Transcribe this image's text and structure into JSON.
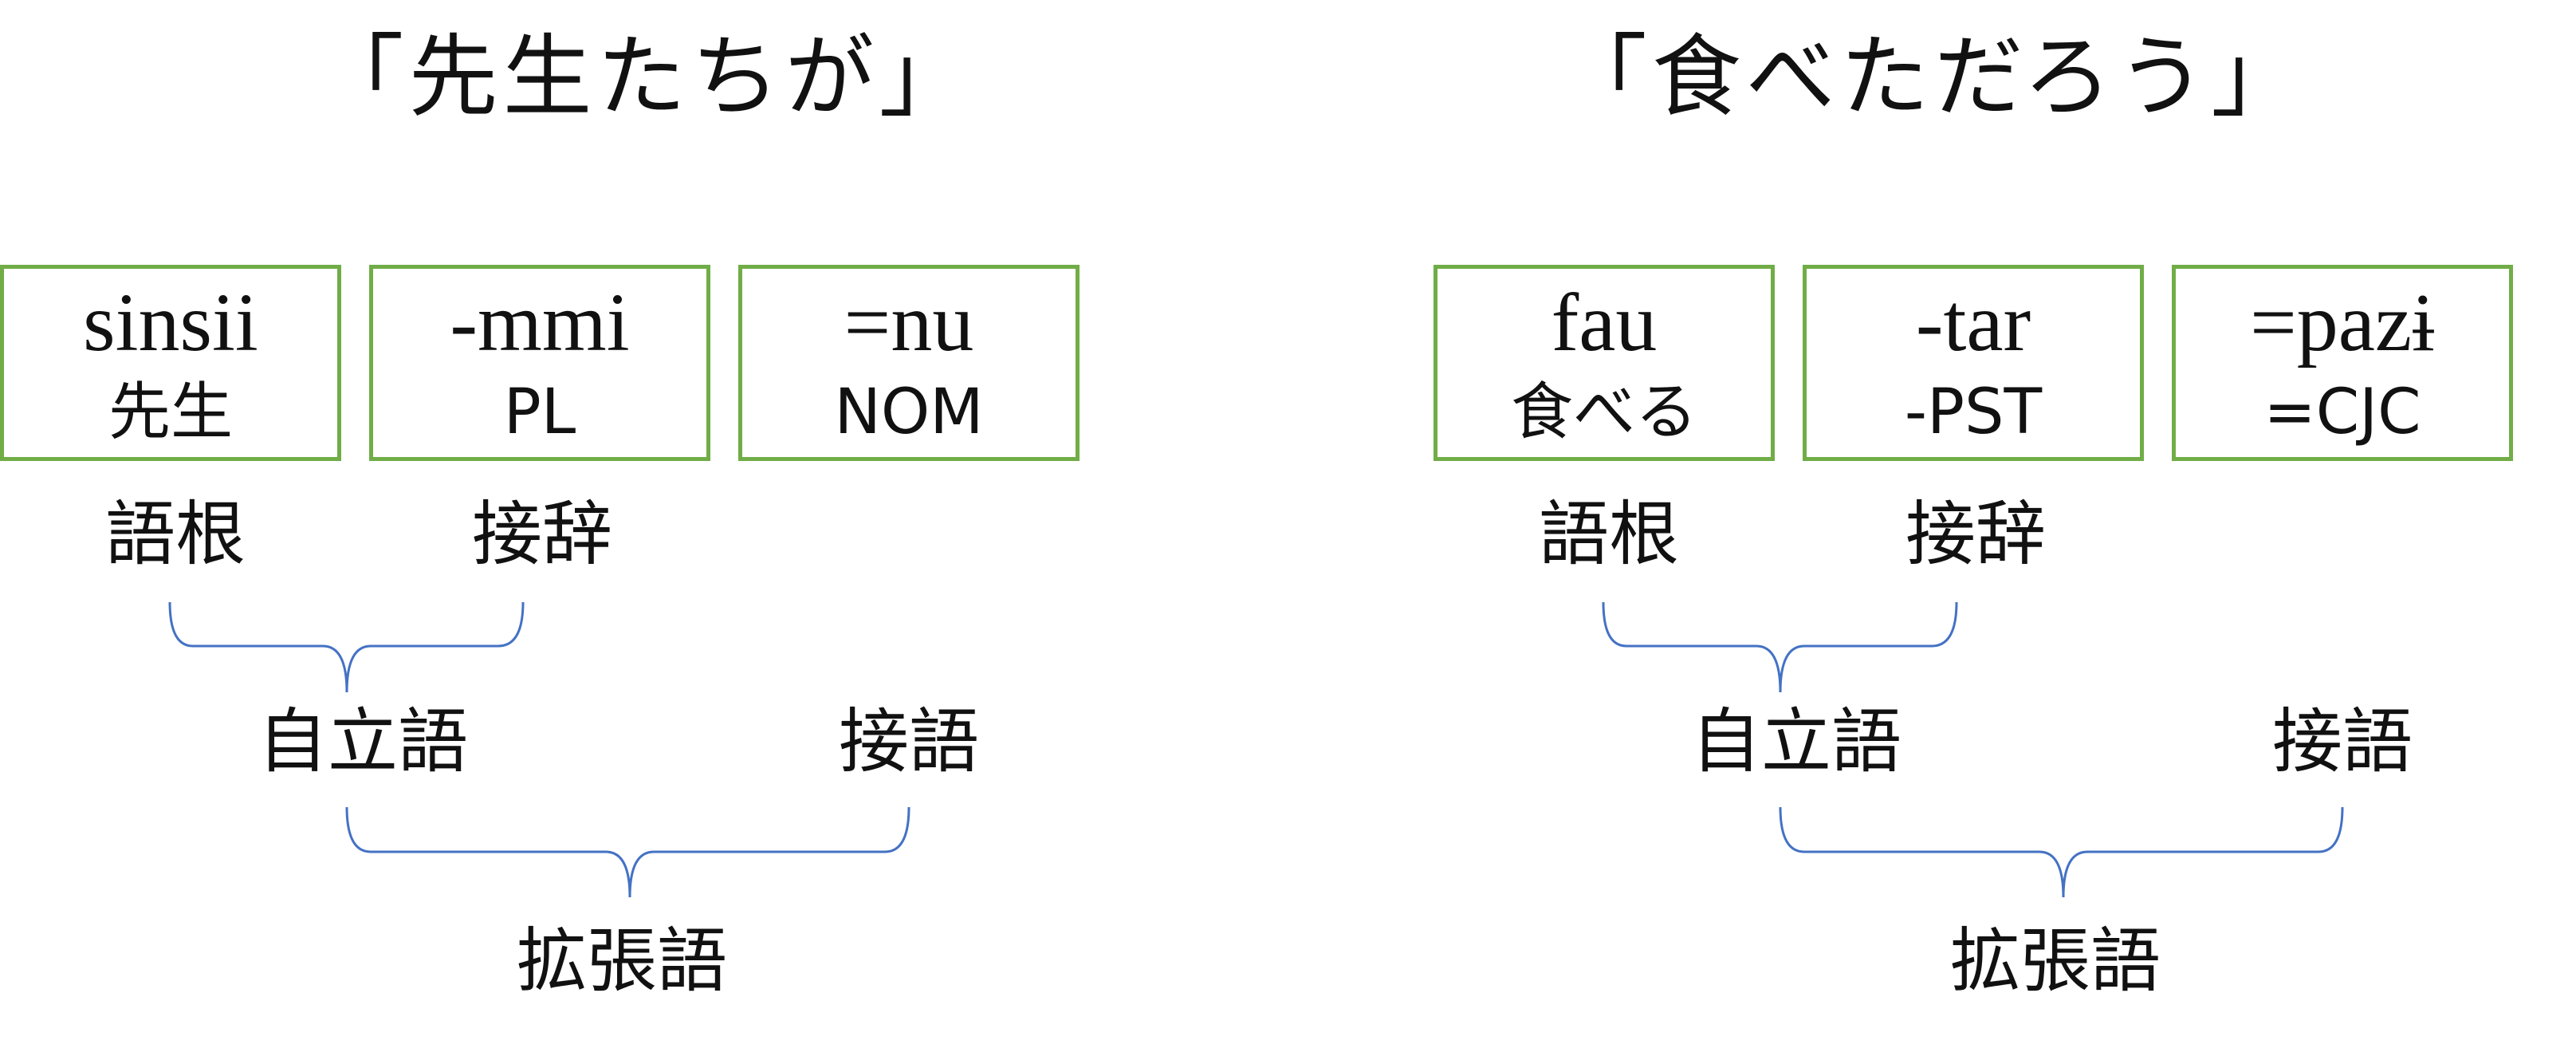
{
  "diagrams": [
    {
      "title": "「先生たちが」",
      "boxes": [
        {
          "form": "sinsii",
          "gloss": "先生"
        },
        {
          "form": "-mmi",
          "gloss": "PL"
        },
        {
          "form": "=nu",
          "gloss": "NOM"
        }
      ],
      "labels": {
        "root": "語根",
        "affix": "接辞",
        "independent": "自立語",
        "clitic": "接語",
        "extended": "拡張語"
      }
    },
    {
      "title": "「食べただろう」",
      "boxes": [
        {
          "form": "fau",
          "gloss": "食べる"
        },
        {
          "form": "-tar",
          "gloss": "-PST"
        },
        {
          "form": "=pazɨ",
          "gloss": "=CJC"
        }
      ],
      "labels": {
        "root": "語根",
        "affix": "接辞",
        "independent": "自立語",
        "clitic": "接語",
        "extended": "拡張語"
      }
    }
  ],
  "colors": {
    "box_border": "#70ad47",
    "bracket": "#4472c4",
    "text": "#111111"
  }
}
